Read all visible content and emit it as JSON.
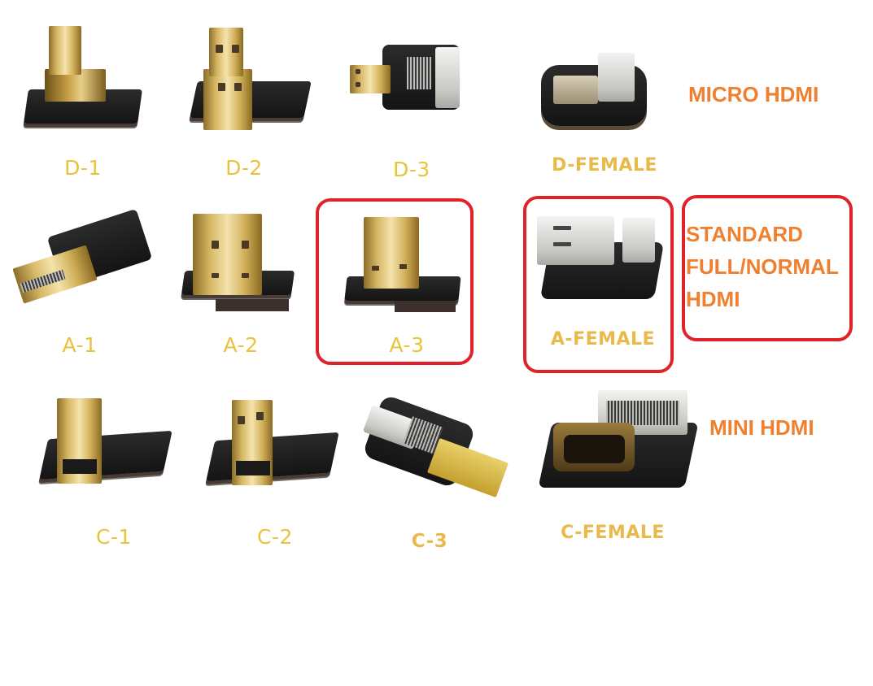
{
  "categories": {
    "micro": {
      "label": "MICRO HDMI"
    },
    "standard": {
      "line1": "STANDARD",
      "line2": "FULL/NORMAL",
      "line3": "HDMI"
    },
    "mini": {
      "label": "MINI HDMI"
    }
  },
  "rows": {
    "micro": {
      "items": [
        {
          "label": "D-1",
          "icon": "micro-hdmi-male-vertical-connector"
        },
        {
          "label": "D-2",
          "icon": "micro-hdmi-male-angled-connector"
        },
        {
          "label": "D-3",
          "icon": "micro-hdmi-male-straight-connector"
        },
        {
          "label": "D-FEMALE",
          "icon": "micro-hdmi-female-connector"
        }
      ]
    },
    "standard": {
      "items": [
        {
          "label": "A-1",
          "icon": "hdmi-male-straight-connector"
        },
        {
          "label": "A-2",
          "icon": "hdmi-male-vertical-connector"
        },
        {
          "label": "A-3",
          "icon": "hdmi-male-vertical-slim-connector",
          "highlighted": true
        },
        {
          "label": "A-FEMALE",
          "icon": "hdmi-female-connector",
          "highlighted": true
        }
      ]
    },
    "mini": {
      "items": [
        {
          "label": "C-1",
          "icon": "mini-hdmi-male-vertical-connector"
        },
        {
          "label": "C-2",
          "icon": "mini-hdmi-male-angled-connector"
        },
        {
          "label": "C-3",
          "icon": "mini-hdmi-male-straight-connector"
        },
        {
          "label": "C-FEMALE",
          "icon": "mini-hdmi-female-connector"
        }
      ]
    }
  },
  "colors": {
    "item_label": "#e9c43a",
    "category_label": "#f07f2e",
    "highlight_border": "#e0222b",
    "background": "#ffffff"
  }
}
